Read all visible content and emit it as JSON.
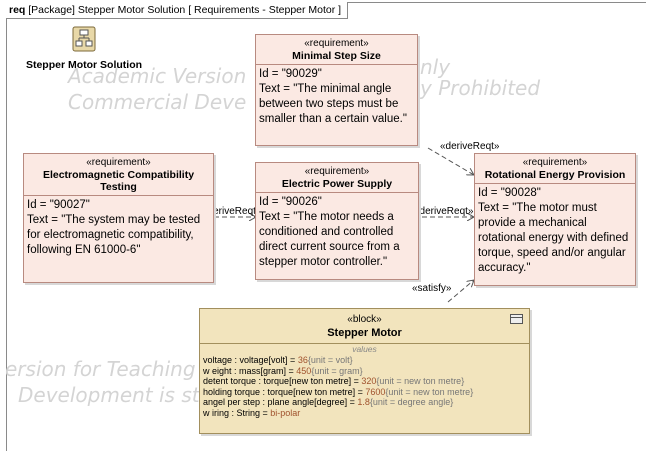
{
  "frame": {
    "kind": "req",
    "label": "[Package] Stepper Motor Solution [ Requirements - Stepper Motor ]"
  },
  "watermarks": [
    "Academic Version",
    "Commercial Deve",
    "nly",
    "y Prohibited",
    "ersion for Teaching",
    "Development is st"
  ],
  "package": {
    "title": "Stepper Motor Solution",
    "icon": "package-icon"
  },
  "requirements": [
    {
      "stereotype": "«requirement»",
      "title": "Minimal Step Size",
      "id": "Id = \"90029\"",
      "text": "Text = \"The minimal angle between two steps must be smaller than a certain value.\""
    },
    {
      "stereotype": "«requirement»",
      "title": "Electromagnetic Compatibility Testing",
      "id": "Id = \"90027\"",
      "text": "Text = \"The system may be tested for electromagnetic compatibility, following EN 61000-6\""
    },
    {
      "stereotype": "«requirement»",
      "title": "Electric Power Supply",
      "id": "Id = \"90026\"",
      "text": "Text = \"The motor needs a conditioned and controlled direct current source from a stepper motor controller.\""
    },
    {
      "stereotype": "«requirement»",
      "title": "Rotational Energy Provision",
      "id": "Id = \"90028\"",
      "text": "Text = \"The motor must provide a mechanical rotational energy with defined torque, speed and/or angular accuracy.\""
    }
  ],
  "relations": {
    "derive1": "«deriveReqt»",
    "derive2": "«deriveReqt»",
    "derive3": "«deriveReqt»",
    "satisfy": "«satisfy»"
  },
  "block": {
    "stereotype": "«block»",
    "title": "Stepper Motor",
    "compartment": "values",
    "values": [
      {
        "name": "voltage : voltage[volt] = ",
        "value": "36",
        "unit": "{unit = volt}"
      },
      {
        "name": "w eight : mass[gram] = ",
        "value": "450",
        "unit": "{unit = gram}"
      },
      {
        "name": "detent torque : torque[new ton metre] = ",
        "value": "320",
        "unit": "{unit = new ton metre}"
      },
      {
        "name": "holding torque : torque[new ton metre] = ",
        "value": "7600",
        "unit": "{unit = new ton metre}"
      },
      {
        "name": "angel per step : plane angle[degree] = ",
        "value": "1.8",
        "unit": "{unit = degree angle}"
      },
      {
        "name": "w iring : String = ",
        "value": "bi-polar",
        "unit": ""
      }
    ]
  }
}
